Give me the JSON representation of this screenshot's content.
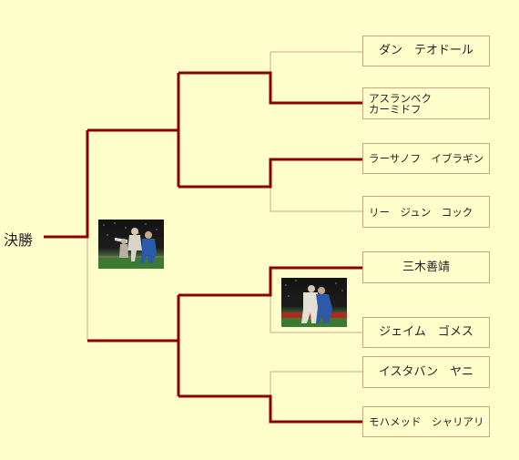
{
  "final_label": "決勝",
  "colors": {
    "background": "#ffffcc",
    "winner_line": "#8b0000",
    "loser_line": "#c8a882",
    "box_border": "#c8a882"
  },
  "fighters": [
    {
      "id": "f1",
      "name": "ダン　テオドール"
    },
    {
      "id": "f2",
      "name": "アスランベク\nカーミドフ"
    },
    {
      "id": "f3",
      "name": "ラーサノフ　イブラギン"
    },
    {
      "id": "f4",
      "name": "リー　ジュン　コック"
    },
    {
      "id": "f5",
      "name": "三木善靖"
    },
    {
      "id": "f6",
      "name": "ジェイム　ゴメス"
    },
    {
      "id": "f7",
      "name": "イスタバン　ヤニ"
    },
    {
      "id": "f8",
      "name": "モハメッド　シャリアリ"
    }
  ],
  "photos": [
    {
      "id": "photo-left",
      "subject": "two fighters in white and blue gi on a green mat"
    },
    {
      "id": "photo-right",
      "subject": "two fighters in white and blue gi clinching"
    }
  ]
}
